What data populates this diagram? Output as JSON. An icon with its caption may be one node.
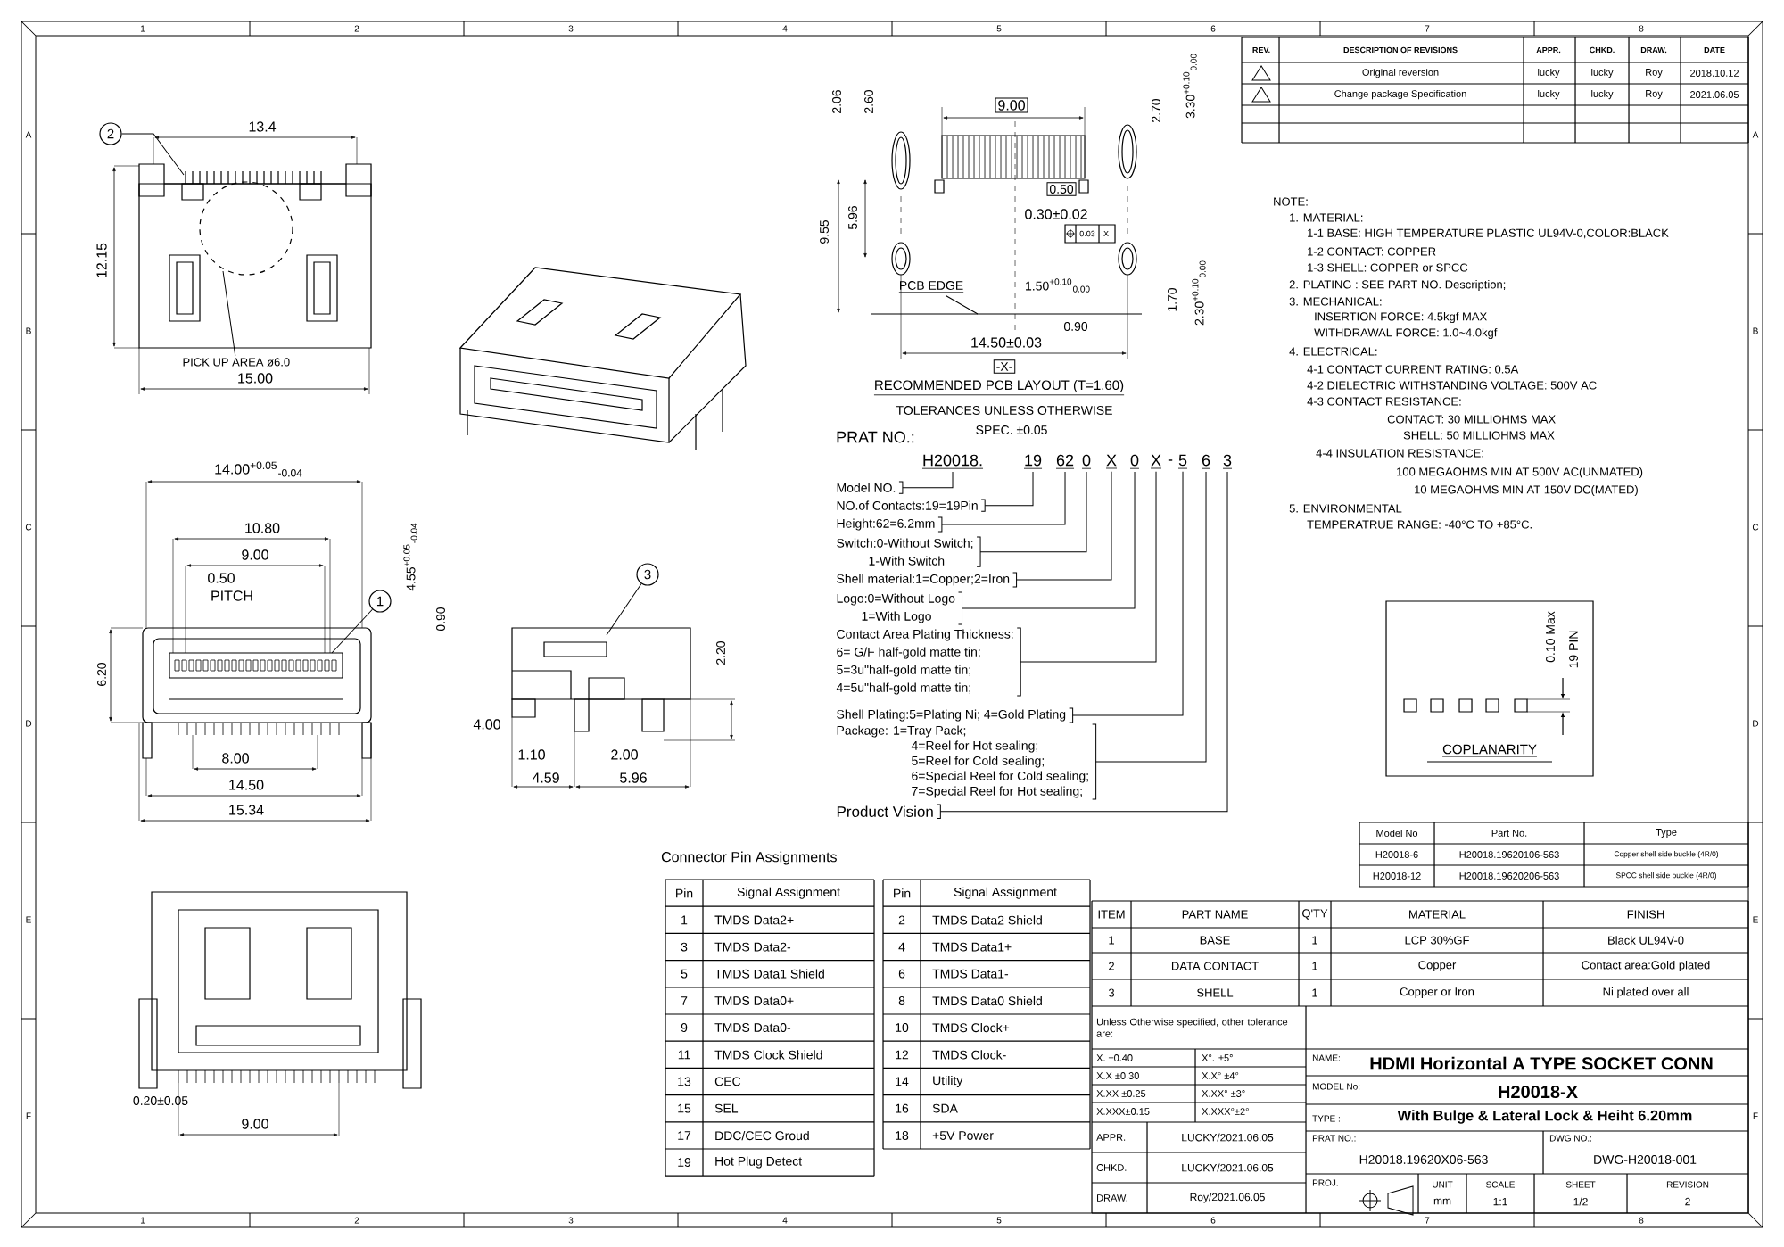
{
  "diagram": {
    "nodes": [
      {
        "text": [
          "2"
        ]
      },
      {
        "text": [
          "PICK UP AREA ø6.0"
        ]
      },
      {
        "text": [
          "1"
        ]
      },
      {
        "text": [
          "3"
        ]
      },
      {
        "text": [
          "PCB EDGE"
        ]
      },
      {
        "text": [
          "Model NO."
        ]
      },
      {
        "text": [
          "NO.of Contacts:19=19Pin"
        ]
      },
      {
        "text": [
          "Height:62=6.2mm"
        ]
      },
      {
        "text": [
          "Switch:0-Without Switch;",
          "1-With Switch"
        ]
      },
      {
        "text": [
          "Shell material:1=Copper;2=Iron"
        ]
      },
      {
        "text": [
          "Logo:0=Without Logo",
          "1=With Logo"
        ]
      },
      {
        "text": [
          "Contact Area Plating Thickness:",
          "6= G/F half-gold matte tin;",
          "5=3u\"half-gold matte tin;",
          "4=5u\"half-gold matte tin;"
        ]
      },
      {
        "text": [
          "Shell Plating:5=Plating Ni; 4=Gold Plating"
        ]
      },
      {
        "text": [
          "Package: 1=Tray Pack;",
          "4=Reel for Hot sealing;",
          "5=Reel for Cold sealing;",
          "6=Special Reel for Cold sealing;",
          "7=Special Reel for Hot sealing;"
        ]
      },
      {
        "text": [
          "Product Vision"
        ]
      },
      {
        "text": [
          "H20018."
        ]
      },
      {
        "text": [
          "19"
        ]
      },
      {
        "text": [
          "62"
        ]
      },
      {
        "text": [
          "0"
        ]
      },
      {
        "text": [
          "X"
        ]
      },
      {
        "text": [
          "0"
        ]
      },
      {
        "text": [
          "X"
        ]
      },
      {
        "text": [
          "5"
        ]
      },
      {
        "text": [
          "6"
        ]
      },
      {
        "text": [
          "3"
        ]
      }
    ],
    "edges": [
      {
        "from": 0,
        "to": null,
        "arrow": "none"
      },
      {
        "from": 1,
        "to": null,
        "arrow": "none"
      },
      {
        "from": 2,
        "to": null,
        "arrow": "none"
      },
      {
        "from": 3,
        "to": null,
        "arrow": "none"
      },
      {
        "from": 4,
        "to": null,
        "arrow": "none"
      },
      {
        "from": 5,
        "to": 15,
        "arrow": "none"
      },
      {
        "from": 6,
        "to": 16,
        "arrow": "none"
      },
      {
        "from": 7,
        "to": 17,
        "arrow": "none"
      },
      {
        "from": 8,
        "to": 18,
        "arrow": "none"
      },
      {
        "from": 9,
        "to": 19,
        "arrow": "none"
      },
      {
        "from": 10,
        "to": 20,
        "arrow": "none"
      },
      {
        "from": 11,
        "to": 21,
        "arrow": "none"
      },
      {
        "from": 12,
        "to": 22,
        "arrow": "none"
      },
      {
        "from": 13,
        "to": 23,
        "arrow": "none"
      },
      {
        "from": 14,
        "to": 24,
        "arrow": "none"
      }
    ],
    "labels": [
      "1",
      "2",
      "3",
      "4",
      "5",
      "6",
      "7",
      "8",
      "1",
      "2",
      "3",
      "4",
      "5",
      "6",
      "7",
      "8",
      "A",
      "B",
      "C",
      "D",
      "E",
      "F",
      "A",
      "B",
      "C",
      "D",
      "E",
      "F",
      "13.4",
      "12.15",
      "15.00",
      "2.06",
      "2.60",
      "9.00",
      "2.70",
      "3.30$^{+0.10}$$_{0.00}$",
      "9.55",
      "5.96",
      "0.50",
      "0.30±0.02",
      "0.03",
      "X",
      "1.50$^{+0.10}$$_{0.00}$",
      "1.70",
      "2.30$^{+0.10}$$_{0.00}$",
      "0.90",
      "14.50±0.03",
      "-X-",
      "RECOMMENDED PCB LAYOUT (T=1.60)",
      "TOLERANCES UNLESS OTHERWISE",
      "SPEC. ±0.05",
      "REV.",
      "DESCRIPTION OF REVISIONS",
      "APPR.",
      "CHKD.",
      "DRAW.",
      "DATE",
      "Original reversion",
      "lucky",
      "lucky",
      "Roy",
      "2018.10.12",
      "Change package Specification",
      "lucky",
      "lucky",
      "Roy",
      "2021.06.05",
      "NOTE:",
      "1. MATERIAL:",
      "1-1 BASE: HIGH TEMPERATURE PLASTIC UL94V-0,COLOR:BLACK",
      "1-2 CONTACT: COPPER",
      "1-3 SHELL: COPPER or SPCC",
      "2. PLATING : SEE PART NO. Description;",
      "3. MECHANICAL:",
      "INSERTION FORCE: 4.5kgf MAX",
      "WITHDRAWAL FORCE: 1.0~4.0kgf",
      "4. ELECTRICAL:",
      "4-1 CONTACT CURRENT RATING: 0.5A",
      "4-2 DIELECTRIC WITHSTANDING VOLTAGE: 500V AC",
      "4-3 CONTACT RESISTANCE:",
      "CONTACT: 30 MILLIOHMS MAX",
      "SHELL: 50 MILLIOHMS MAX",
      "4-4 INSULATION RESISTANCE:",
      "100 MEGAOHMS MIN AT 500V AC(UNMATED)",
      "10 MEGAOHMS MIN AT 150V DC(MATED)",
      "5. ENVIRONMENTAL",
      "TEMPERATRUE RANGE: -40°C TO +85°C.",
      "0.10 Max",
      "19 PIN",
      "COPLANARITY",
      "PRAT NO.:",
      "-",
      "14.00$^{+0.05}$$_{-0.04}$",
      "10.80",
      "9.00",
      "0.50",
      "PITCH",
      "4.55$^{+0.05}$$_{-0.04}$",
      "0.90",
      "6.20",
      "8.00",
      "14.50",
      "15.34",
      "2.20",
      "4.00",
      "1.10",
      "2.00",
      "4.59",
      "5.96",
      "0.20±0.05",
      "9.00",
      "Connector Pin Assignments",
      "Pin",
      "Signal Assignment",
      "1",
      "TMDS Data2+",
      "3",
      "TMDS Data2-",
      "5",
      "TMDS Data1 Shield",
      "7",
      "TMDS Data0+",
      "9",
      "TMDS Data0-",
      "11",
      "TMDS Clock Shield",
      "13",
      "CEC",
      "15",
      "SEL",
      "17",
      "DDC/CEC Groud",
      "19",
      "Hot Plug Detect",
      "Pin",
      "Signal Assignment",
      "2",
      "TMDS Data2 Shield",
      "4",
      "TMDS Data1+",
      "6",
      "TMDS Data1-",
      "8",
      "TMDS Data0 Shield",
      "10",
      "TMDS Clock+",
      "12",
      "TMDS Clock-",
      "14",
      "Utility",
      "16",
      "SDA",
      "18",
      "+5V Power",
      "Model No",
      "Part No.",
      "Type",
      "H20018-6",
      "H20018.19620106-563",
      "Copper shell side buckle (4R/0)",
      "H20018-12",
      "H20018.19620206-563",
      "SPCC shell side buckle (4R/0)",
      "ITEM",
      "PART NAME",
      "Q'TY",
      "MATERIAL",
      "FINISH",
      "1",
      "BASE",
      "1",
      "LCP 30%GF",
      "Black UL94V-0",
      "2",
      "DATA CONTACT",
      "1",
      "Copper",
      "Contact area:Gold plated",
      "3",
      "SHELL",
      "1",
      "Copper or Iron",
      "Ni plated over all",
      "Unless Otherwise specified, other tolerance are:",
      "X. ±0.40",
      "X°. ±5°",
      "X.X ±0.30",
      "X.X° ±4°",
      "X.XX ±0.25",
      "X.XX° ±3°",
      "X.XXX±0.15",
      "X.XXX°±2°",
      "APPR.",
      "LUCKY/2021.06.05",
      "CHKD.",
      "LUCKY/2021.06.05",
      "DRAW.",
      "Roy/2021.06.05",
      "NAME:",
      "HDMI Horizontal A TYPE SOCKET CONN",
      "MODEL No:",
      "H20018-X",
      "TYPE :",
      "With Bulge & Lateral Lock & Heiht 6.20mm",
      "PRAT NO.:",
      "H20018.19620X06-563",
      "DWG NO.:",
      "DWG-H20018-001",
      "PROJ.",
      "UNIT",
      "mm",
      "SCALE",
      "1:1",
      "SHEET",
      "1/2",
      "REVISION",
      "2"
    ]
  }
}
